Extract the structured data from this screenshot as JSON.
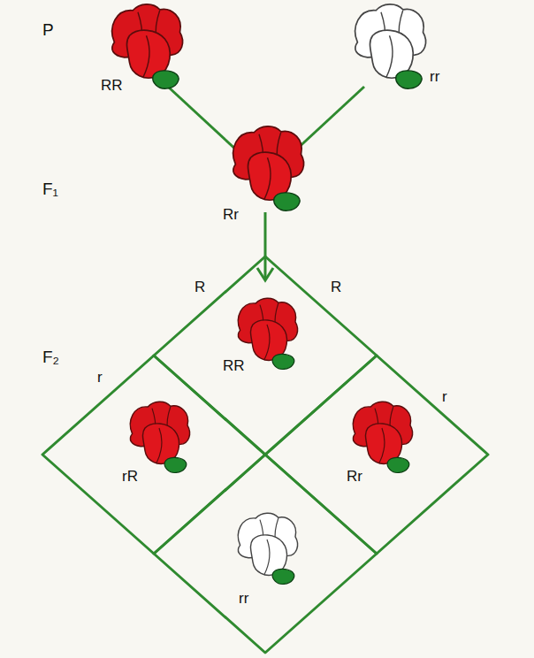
{
  "diagram": {
    "nodes": [
      {
        "text": [
          "RR"
        ]
      },
      {
        "text": [
          "rR"
        ]
      },
      {
        "text": [
          "Rr"
        ]
      },
      {
        "text": [
          "rr"
        ]
      }
    ],
    "labels": [
      "P",
      "RR",
      "rr",
      "F₁",
      "Rr",
      "R",
      "R",
      "F₂",
      "r",
      "r"
    ]
  }
}
